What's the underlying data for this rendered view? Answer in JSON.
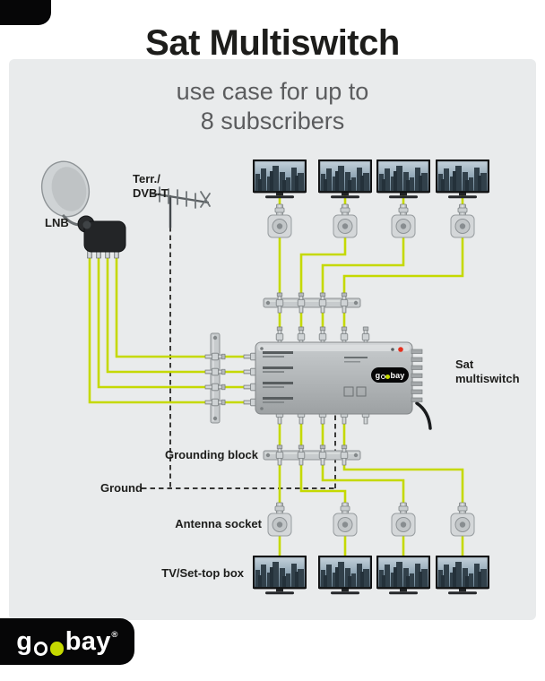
{
  "header": {
    "title": "Sat Multiswitch",
    "subtitle_line1": "use case for up to",
    "subtitle_line2": "8 subscribers"
  },
  "labels": {
    "lnb": "LNB",
    "terrestrial_line1": "Terr./",
    "terrestrial_line2": "DVB-T",
    "sat_multiswitch_line1": "Sat",
    "sat_multiswitch_line2": "multiswitch",
    "grounding_block": "Grounding block",
    "ground": "Ground",
    "antenna_socket": "Antenna socket",
    "tv_settop_box": "TV/Set-top box"
  },
  "brand": {
    "g": "g",
    "bay": "bay",
    "registered": "®"
  },
  "colors": {
    "cable": "#c5d900",
    "panel_bg": "#e9ebec",
    "ground_line": "#1d1d1b",
    "badge_bg": "#060607",
    "led": "#e5301e"
  },
  "diagram": {
    "top_tv_count": 4,
    "bottom_tv_count": 4,
    "lnb_cable_count": 4
  }
}
